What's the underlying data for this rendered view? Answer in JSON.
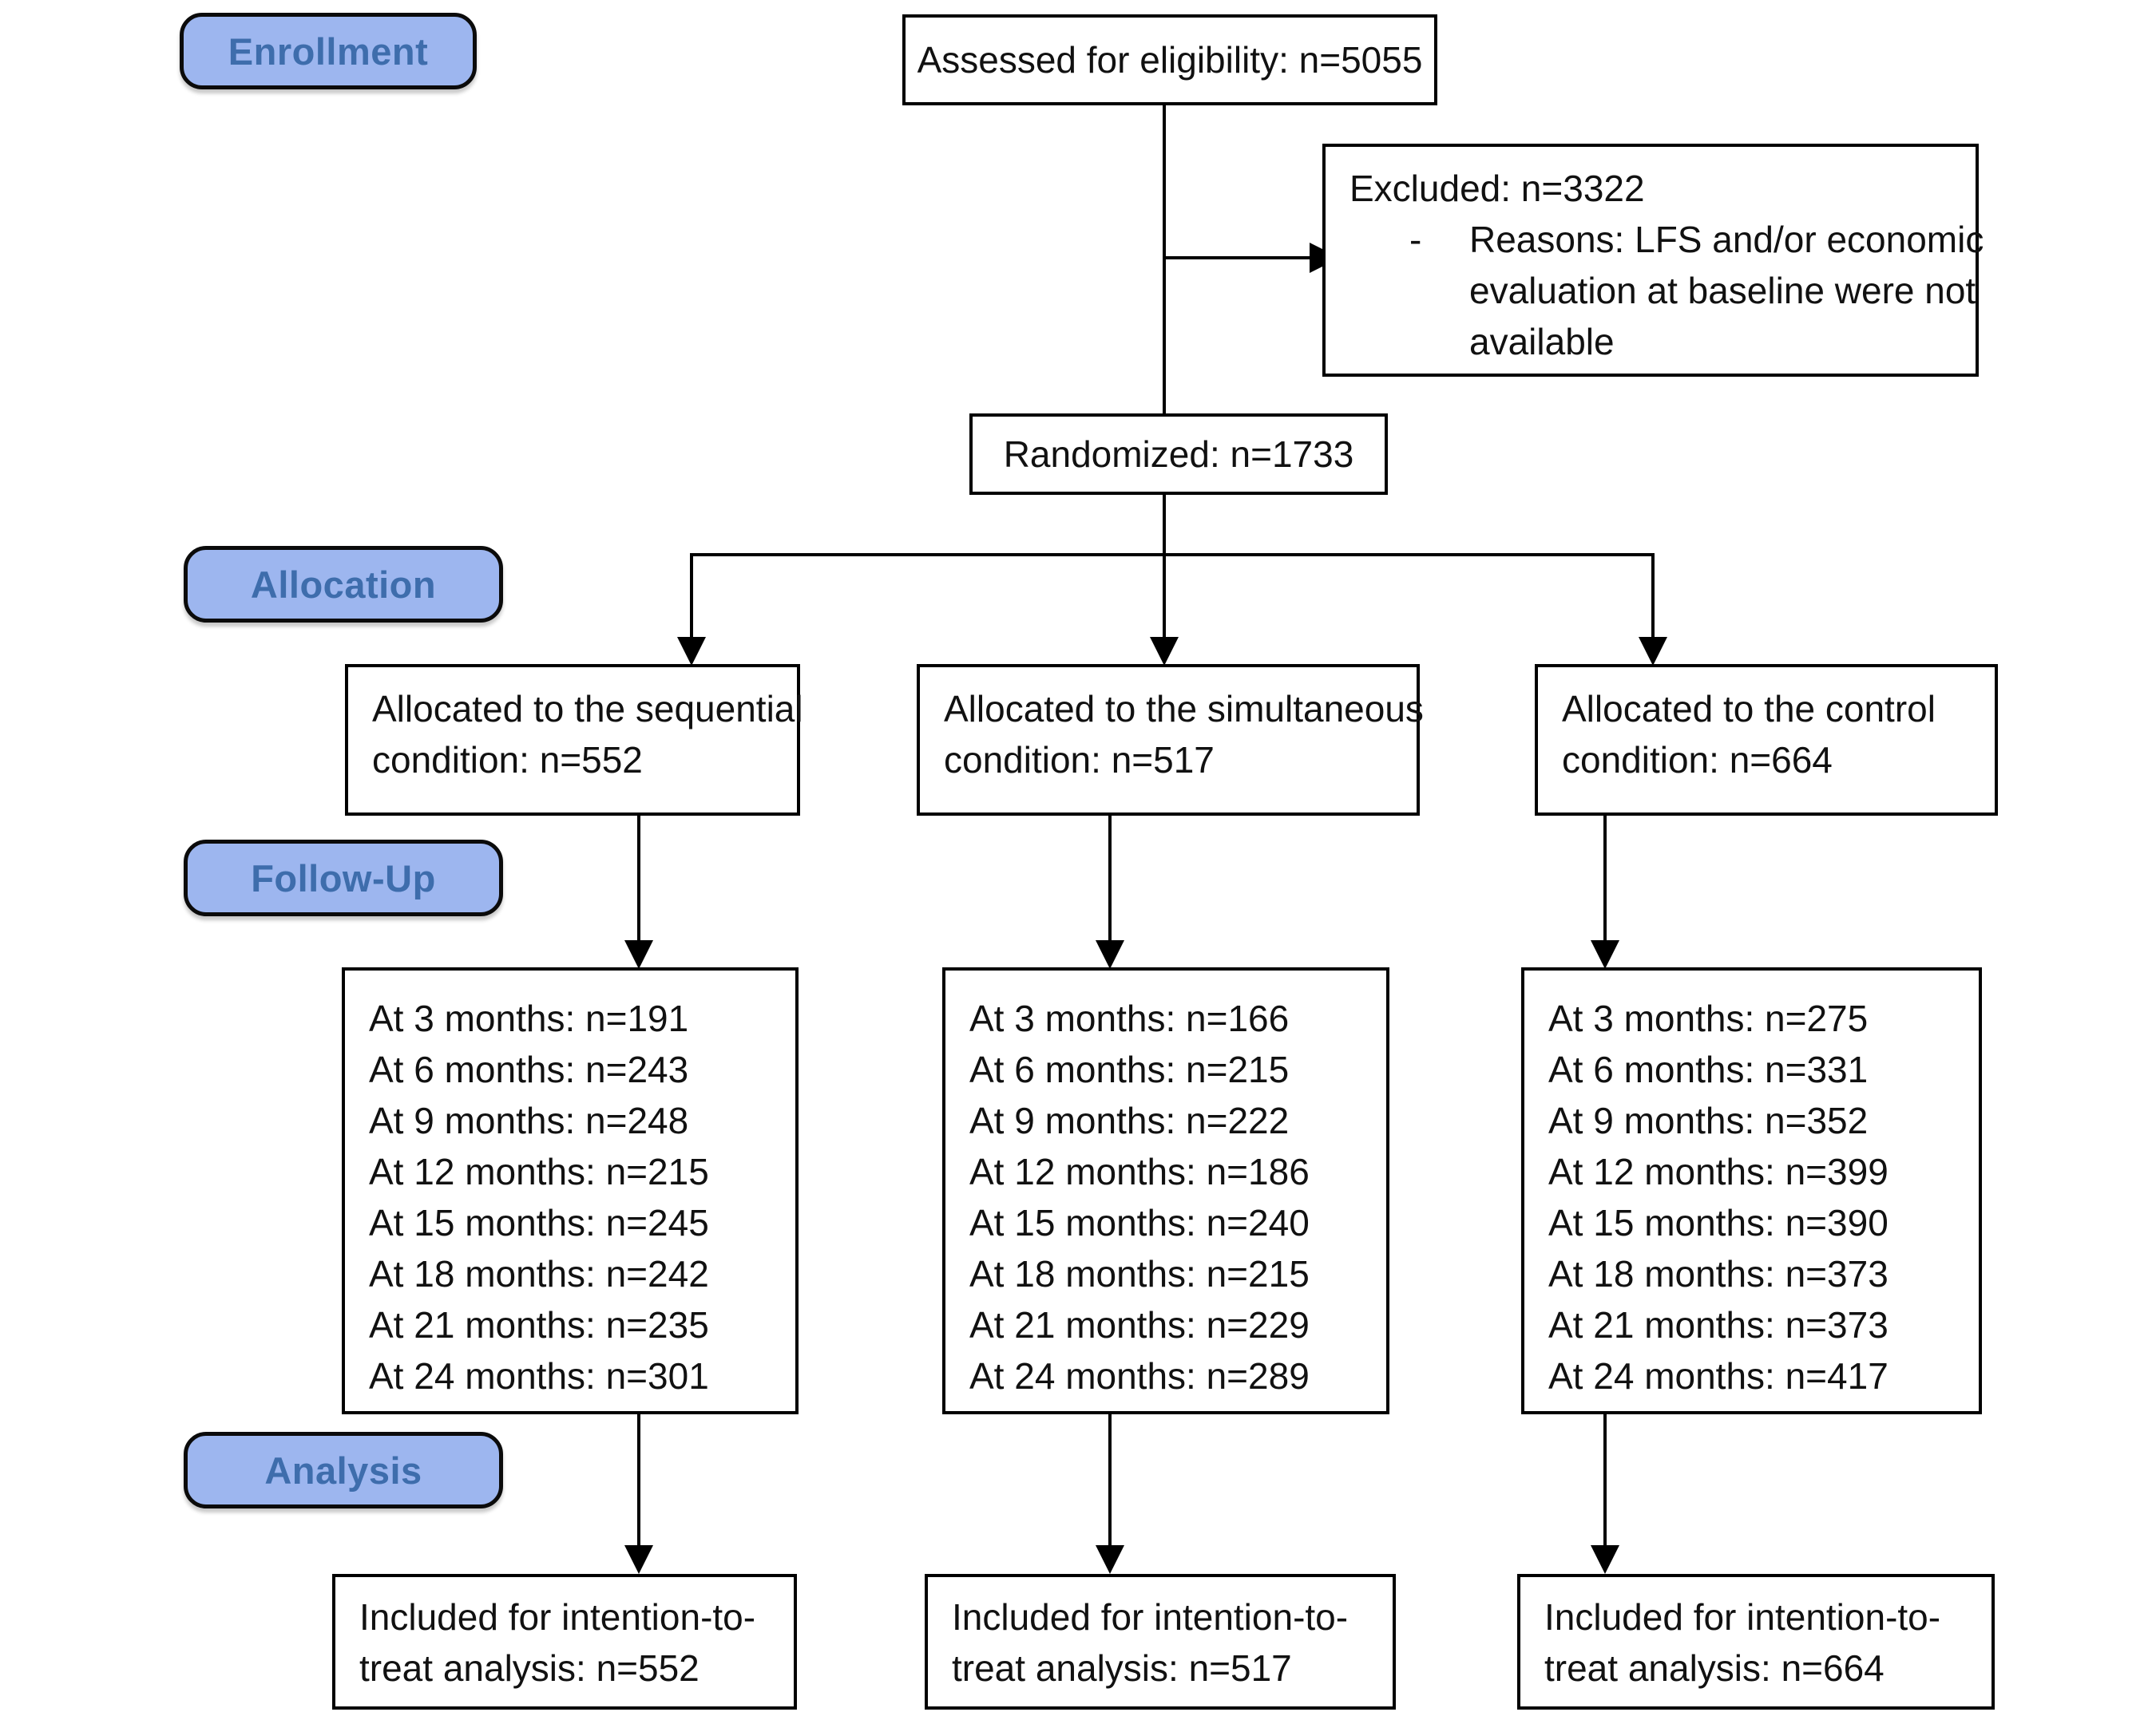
{
  "colors": {
    "stage-fill": "#9db6ef",
    "stage-text": "#3e6dac",
    "box-border": "#000000",
    "connector": "#000000"
  },
  "stages": {
    "enrollment": "Enrollment",
    "allocation": "Allocation",
    "followup": "Follow-Up",
    "analysis": "Analysis"
  },
  "enrollment": {
    "assessed": "Assessed for eligibility: n=5055",
    "excluded": {
      "title": "Excluded: n=3322",
      "bullet": "-",
      "reasons": [
        "Reasons: LFS and/or economic",
        "evaluation at baseline were not",
        "available"
      ]
    },
    "randomized": "Randomized: n=1733"
  },
  "allocation": {
    "sequential": {
      "lines": [
        "Allocated to the sequential",
        "condition: n=552"
      ]
    },
    "simultaneous": {
      "lines": [
        "Allocated to the simultaneous",
        "condition: n=517"
      ]
    },
    "control": {
      "lines": [
        "Allocated to the control",
        "condition: n=664"
      ]
    }
  },
  "followup": {
    "sequential": {
      "lines": [
        "At 3 months: n=191",
        "At 6 months: n=243",
        "At 9 months: n=248",
        "At 12 months: n=215",
        "At 15 months: n=245",
        "At 18 months: n=242",
        "At 21 months: n=235",
        "At 24 months: n=301"
      ]
    },
    "simultaneous": {
      "lines": [
        "At 3 months: n=166",
        "At 6 months: n=215",
        "At 9 months: n=222",
        "At 12 months: n=186",
        "At 15 months: n=240",
        "At 18 months: n=215",
        "At 21 months: n=229",
        "At 24 months: n=289"
      ]
    },
    "control": {
      "lines": [
        "At 3 months: n=275",
        "At 6 months: n=331",
        "At 9 months: n=352",
        "At 12 months: n=399",
        "At 15 months: n=390",
        "At 18 months: n=373",
        "At 21 months: n=373",
        "At 24 months: n=417"
      ]
    }
  },
  "analysis": {
    "sequential": {
      "lines": [
        "Included for intention-to-",
        "treat analysis: n=552"
      ]
    },
    "simultaneous": {
      "lines": [
        "Included for intention-to-",
        "treat analysis: n=517"
      ]
    },
    "control": {
      "lines": [
        "Included for intention-to-",
        "treat analysis: n=664"
      ]
    }
  }
}
